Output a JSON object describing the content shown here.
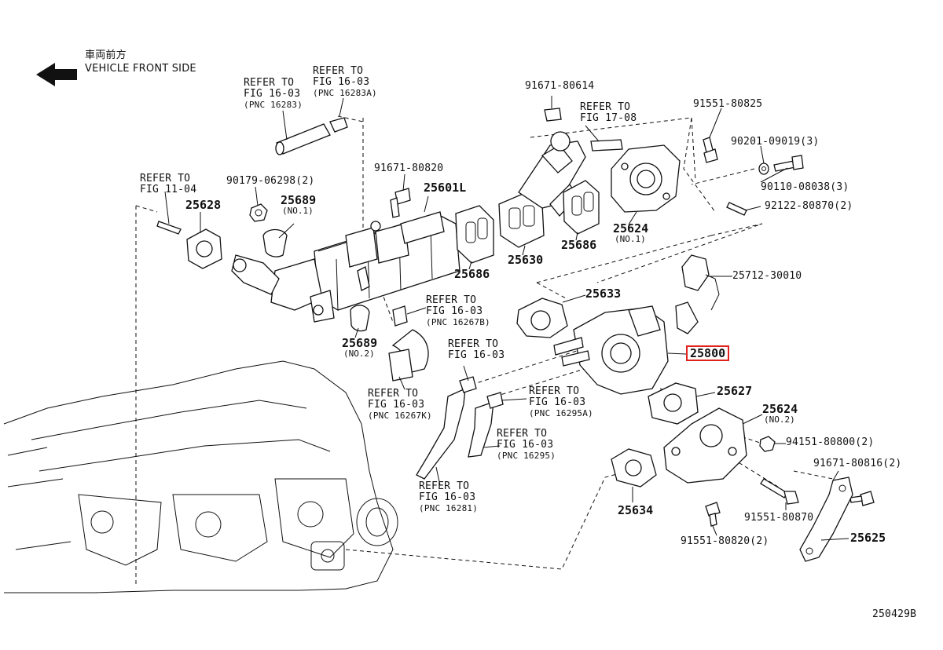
{
  "front_direction": {
    "jp": "車両前方",
    "en": "VEHICLE FRONT SIDE",
    "arrow_icon": "arrow-left-icon"
  },
  "figure_id": "250429B",
  "highlight_color": "#e0201c",
  "parts": [
    {
      "id": "ref_16_03_16283",
      "lines": [
        "REFER TO",
        "FIG 16-03",
        "(PNC 16283)"
      ]
    },
    {
      "id": "ref_16_03_16283A",
      "lines": [
        "REFER TO",
        "FIG 16-03",
        "(PNC 16283A)"
      ]
    },
    {
      "id": "p91671_80614",
      "lines": [
        "91671-80614"
      ]
    },
    {
      "id": "ref_17_08",
      "lines": [
        "REFER TO",
        "FIG 17-08"
      ]
    },
    {
      "id": "p91551_80825",
      "lines": [
        "91551-80825"
      ]
    },
    {
      "id": "p90201_09019",
      "lines": [
        "90201-09019(3)"
      ]
    },
    {
      "id": "p90110_08038",
      "lines": [
        "90110-08038(3)"
      ]
    },
    {
      "id": "p92122_80870",
      "lines": [
        "92122-80870(2)"
      ]
    },
    {
      "id": "ref_11_04",
      "lines": [
        "REFER TO",
        "FIG 11-04"
      ]
    },
    {
      "id": "p90179_06298",
      "lines": [
        "90179-06298(2)"
      ]
    },
    {
      "id": "p91671_80820",
      "lines": [
        "91671-80820"
      ]
    },
    {
      "id": "p25601L",
      "lines": [
        "25601L"
      ]
    },
    {
      "id": "p25628",
      "lines": [
        "25628"
      ]
    },
    {
      "id": "p25689_no1",
      "lines": [
        "25689",
        "(NO.1)"
      ]
    },
    {
      "id": "p25686_a",
      "lines": [
        "25686"
      ]
    },
    {
      "id": "p25630",
      "lines": [
        "25630"
      ]
    },
    {
      "id": "p25686_b",
      "lines": [
        "25686"
      ]
    },
    {
      "id": "p25624_no1",
      "lines": [
        "25624",
        "(NO.1)"
      ]
    },
    {
      "id": "p25712_30010",
      "lines": [
        "25712-30010"
      ]
    },
    {
      "id": "p25633",
      "lines": [
        "25633"
      ]
    },
    {
      "id": "ref_16_03_16267B",
      "lines": [
        "REFER TO",
        "FIG 16-03",
        "(PNC 16267B)"
      ]
    },
    {
      "id": "p25689_no2",
      "lines": [
        "25689",
        "(NO.2)"
      ]
    },
    {
      "id": "ref_16_03_a",
      "lines": [
        "REFER TO",
        "FIG 16-03"
      ]
    },
    {
      "id": "p25800",
      "lines": [
        "25800"
      ]
    },
    {
      "id": "ref_16_03_16267K",
      "lines": [
        "REFER TO",
        "FIG 16-03",
        "(PNC 16267K)"
      ]
    },
    {
      "id": "ref_16_03_16295A",
      "lines": [
        "REFER TO",
        "FIG 16-03",
        "(PNC 16295A)"
      ]
    },
    {
      "id": "p25627",
      "lines": [
        "25627"
      ]
    },
    {
      "id": "p25624_no2",
      "lines": [
        "25624",
        "(NO.2)"
      ]
    },
    {
      "id": "p94151_80800",
      "lines": [
        "94151-80800(2)"
      ]
    },
    {
      "id": "ref_16_03_16295",
      "lines": [
        "REFER TO",
        "FIG 16-03",
        "(PNC 16295)"
      ]
    },
    {
      "id": "p91671_80816",
      "lines": [
        "91671-80816(2)"
      ]
    },
    {
      "id": "ref_16_03_16281",
      "lines": [
        "REFER TO",
        "FIG 16-03",
        "(PNC 16281)"
      ]
    },
    {
      "id": "p25634",
      "lines": [
        "25634"
      ]
    },
    {
      "id": "p91551_80870",
      "lines": [
        "91551-80870"
      ]
    },
    {
      "id": "p91551_80820",
      "lines": [
        "91551-80820(2)"
      ]
    },
    {
      "id": "p25625",
      "lines": [
        "25625"
      ]
    }
  ]
}
